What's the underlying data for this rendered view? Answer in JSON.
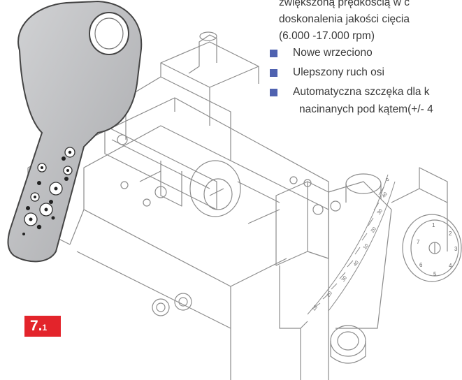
{
  "text_lines": [
    "zwiększoną prędkością w c",
    "doskonalenia jakości cięcia",
    "(6.000 -17.000 rpm)"
  ],
  "bullets": [
    {
      "line1": "Nowe wrzeciono"
    },
    {
      "line1": "Ulepszony ruch osi"
    },
    {
      "line1": "Automatyczna szczęka dla k",
      "line2": "nacinanych pod kątem(+/- 4"
    }
  ],
  "colors": {
    "bullet": "#4f62b0",
    "badge": "#e3242b",
    "key": "#b9babc"
  },
  "figure": {
    "label_main": "7.",
    "label_sub": "1"
  },
  "dial_marks": [
    "10",
    "20",
    "30",
    "40",
    "10",
    "20",
    "30",
    "40",
    "0"
  ],
  "knob_labels": [
    "1",
    "2",
    "3",
    "4",
    "5",
    "6",
    "7"
  ]
}
